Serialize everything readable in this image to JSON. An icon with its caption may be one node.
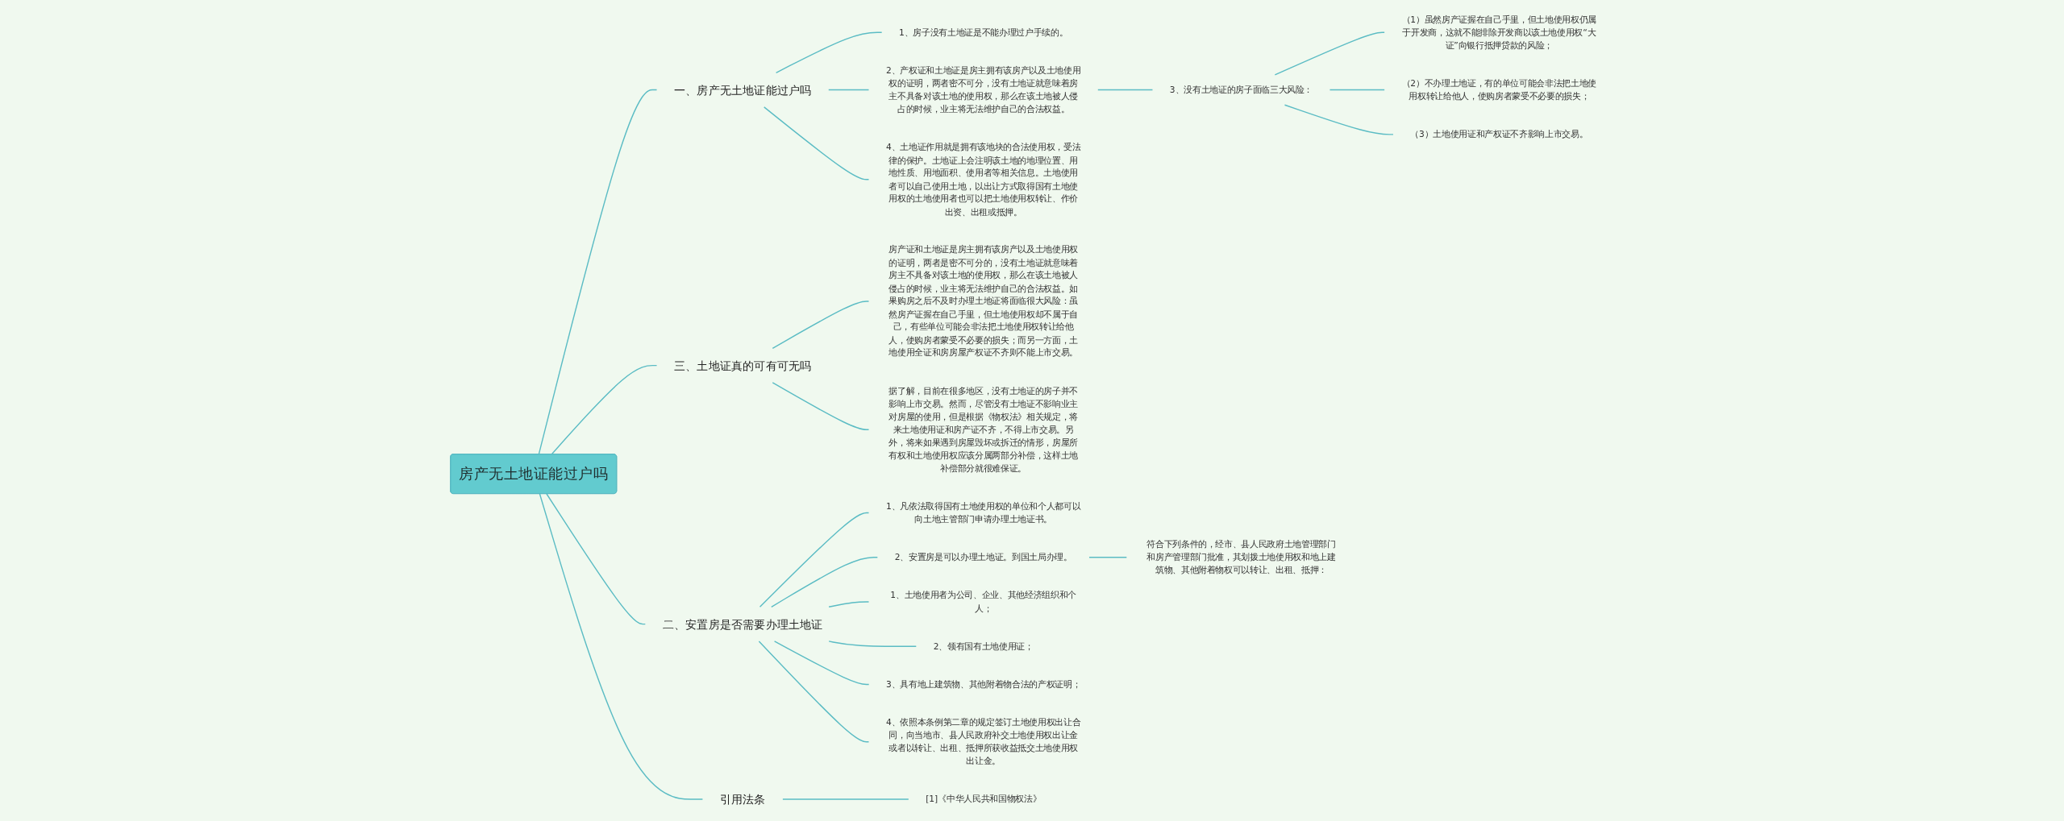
{
  "diagram": {
    "nodes": [
      {
        "text": [
          "房产无土地证能过户吗"
        ]
      },
      {
        "text": [
          "一、房产无土地证能过户吗"
        ]
      },
      {
        "text": [
          "1、房子没有土地证是不能办理过户手续的。"
        ]
      },
      {
        "text": [
          "2、产权证和土地证是房主拥有该房产以及土地使用权的证明，两者密不可分，没有土地证就意味着房主不具备对该土地的使用权，那么在该土地被人侵占的时候，业主将无法维护自己的合法权益。"
        ]
      },
      {
        "text": [
          "3、没有土地证的房子面临三大风险："
        ]
      },
      {
        "text": [
          "（1）虽然房产证握在自己手里，但土地使用权仍属于开发商，这就不能排除开发商以该土地使用权“大证”向银行抵押贷款的风险；"
        ]
      },
      {
        "text": [
          "（2）不办理土地证，有的单位可能会非法把土地使用权转让给他人，使购房者蒙受不必要的损失；"
        ]
      },
      {
        "text": [
          "（3）土地使用证和产权证不齐影响上市交易。"
        ]
      },
      {
        "text": [
          "4、土地证作用就是拥有该地块的合法使用权，受法律的保护。土地证上会注明该土地的地理位置、用地性质、用地面积、使用者等相关信息。土地使用者可以自己使用土地，以出让方式取得国有土地使用权的土地使用者也可以把土地使用权转让、作价出资、出租或抵押。"
        ]
      },
      {
        "text": [
          "三、土地证真的可有可无吗"
        ]
      },
      {
        "text": [
          "房产证和土地证是房主拥有该房产以及土地使用权的证明，两者是密不可分的，没有土地证就意味着房主不具备对该土地的使用权，那么在该土地被人侵占的时候，业主将无法维护自己的合法权益。如果购房之后不及时办理土地证将面临很大风险：虽然房产证握在自己手里，但土地使用权却不属于自己，有些单位可能会非法把土地使用权转让给他人，使购房者蒙受不必要的损失；而另一方面，土地使用全证和房房屋产权证不齐则不能上市交易。"
        ]
      },
      {
        "text": [
          "据了解，目前在很多地区，没有土地证的房子并不影响上市交易。然而，尽管没有土地证不影响业主对房屋的使用，但是根据《物权法》相关规定，将来土地使用证和房产证不齐，不得上市交易。另外，将来如果遇到房屋毁坏或拆迁的情形，房屋所有权和土地使用权应该分属两部分补偿，这样土地补偿部分就很难保证。"
        ]
      },
      {
        "text": [
          "二、安置房是否需要办理土地证"
        ]
      },
      {
        "text": [
          "1、凡依法取得国有土地使用权的单位和个人都可以向土地主管部门申请办理土地证书。"
        ]
      },
      {
        "text": [
          "2、安置房是可以办理土地证。到国土局办理。"
        ]
      },
      {
        "text": [
          "符合下列条件的，经市、县人民政府土地管理部门和房产管理部门批准，其划拨土地使用权和地上建筑物、其他附着物权可以转让、出租、抵押："
        ]
      },
      {
        "text": [
          "1、土地使用者为公司、企业、其他经济组织和个人；"
        ]
      },
      {
        "text": [
          "2、领有国有土地使用证；"
        ]
      },
      {
        "text": [
          "3、具有地上建筑物、其他附着物合法的产权证明；"
        ]
      },
      {
        "text": [
          "4、依照本条例第二章的规定签订土地使用权出让合同，向当地市、县人民政府补交土地使用权出让金或者以转让、出租、抵押所获收益抵交土地使用权出让金。"
        ]
      },
      {
        "text": [
          "引用法条"
        ]
      },
      {
        "text": [
          "[1]《中华人民共和国物权法》"
        ]
      }
    ],
    "edges": [
      {
        "from": 0,
        "to": 1,
        "arrow": "none"
      },
      {
        "from": 1,
        "to": 2,
        "arrow": "none"
      },
      {
        "from": 1,
        "to": 3,
        "arrow": "none"
      },
      {
        "from": 3,
        "to": 4,
        "arrow": "none"
      },
      {
        "from": 4,
        "to": 5,
        "arrow": "none"
      },
      {
        "from": 4,
        "to": 6,
        "arrow": "none"
      },
      {
        "from": 4,
        "to": 7,
        "arrow": "none"
      },
      {
        "from": 1,
        "to": 8,
        "arrow": "none"
      },
      {
        "from": 0,
        "to": 9,
        "arrow": "none"
      },
      {
        "from": 9,
        "to": 10,
        "arrow": "none"
      },
      {
        "from": 9,
        "to": 11,
        "arrow": "none"
      },
      {
        "from": 0,
        "to": 12,
        "arrow": "none"
      },
      {
        "from": 12,
        "to": 13,
        "arrow": "none"
      },
      {
        "from": 12,
        "to": 14,
        "arrow": "none"
      },
      {
        "from": 14,
        "to": 15,
        "arrow": "none"
      },
      {
        "from": 12,
        "to": 16,
        "arrow": "none"
      },
      {
        "from": 12,
        "to": 17,
        "arrow": "none"
      },
      {
        "from": 12,
        "to": 18,
        "arrow": "none"
      },
      {
        "from": 12,
        "to": 19,
        "arrow": "none"
      },
      {
        "from": 0,
        "to": 20,
        "arrow": "none"
      },
      {
        "from": 20,
        "to": 21,
        "arrow": "none"
      }
    ]
  }
}
